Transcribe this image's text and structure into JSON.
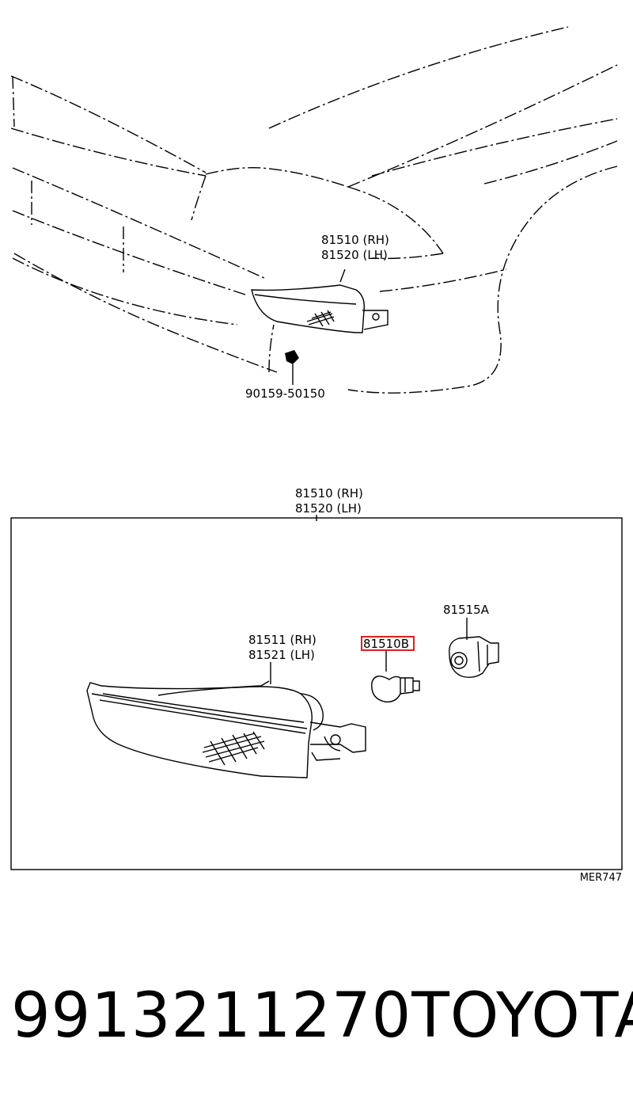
{
  "upper_view": {
    "lamp_label_rh": "81510 (RH)",
    "lamp_label_lh": "81520 (LH)",
    "screw_label": "90159-50150"
  },
  "detail_view": {
    "assembly_label_rh": "81510 (RH)",
    "assembly_label_lh": "81520 (LH)",
    "lens_label_rh": "81511 (RH)",
    "lens_label_lh": "81521 (LH)",
    "bulb_label": "81510B",
    "socket_label": "81515A",
    "figure_code": "MER747",
    "highlight_color": "#e02020"
  },
  "footer": {
    "part_number": "9913211270",
    "brand": "TOYOTA"
  }
}
